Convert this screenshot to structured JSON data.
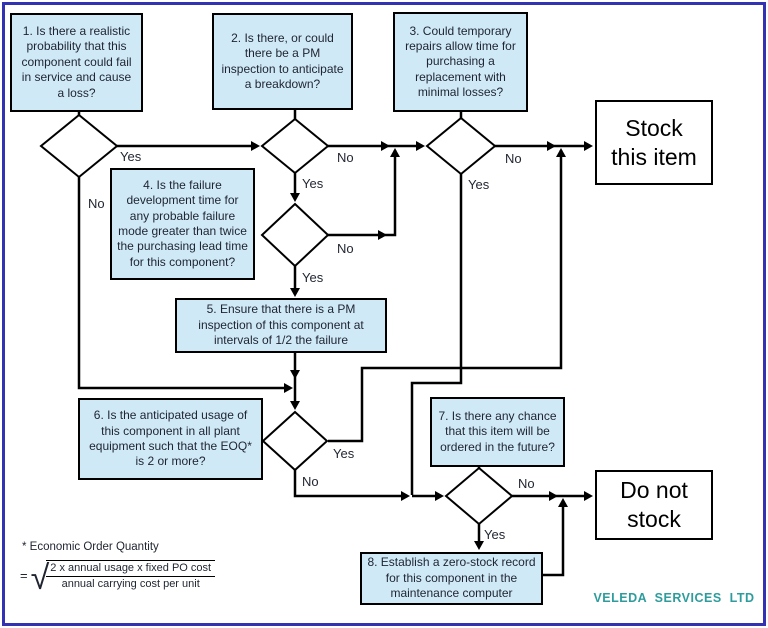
{
  "labels": {
    "yes": "Yes",
    "no": "No"
  },
  "boxes": {
    "step1": "1. Is there a realistic probability that this component could fail in service and cause a loss?",
    "step2": "2. Is there, or could there be a PM inspection to anticipate a breakdown?",
    "step3": "3. Could temporary repairs allow time for purchasing a replacement with minimal losses?",
    "step4": "4. Is the failure development time for any probable failure mode greater than twice the purchasing lead time for this component?",
    "step5": "5. Ensure that there is a PM inspection of this component at intervals of 1/2 the failure",
    "step6": "6. Is the anticipated usage of this component in all plant equipment such that the EOQ* is 2 or more?",
    "step7": "7. Is there any chance that this item will be ordered in the future?",
    "step8": "8. Establish a zero-stock record for this component in the maintenance computer"
  },
  "outcomes": {
    "stock": "Stock this item",
    "do_not_stock": "Do not stock"
  },
  "footnote": {
    "title": "* Economic Order Quantity",
    "equals": "=",
    "radical": "√",
    "numerator": "2 x annual usage x fixed PO cost",
    "denominator": "annual carrying cost per unit"
  },
  "branding": {
    "company": "VELEDA SERVICES LTD"
  },
  "colors": {
    "box_fill": "#cfe9f7",
    "line": "#000000",
    "frame": "#3232b2",
    "brand": "#2e9c9c"
  }
}
